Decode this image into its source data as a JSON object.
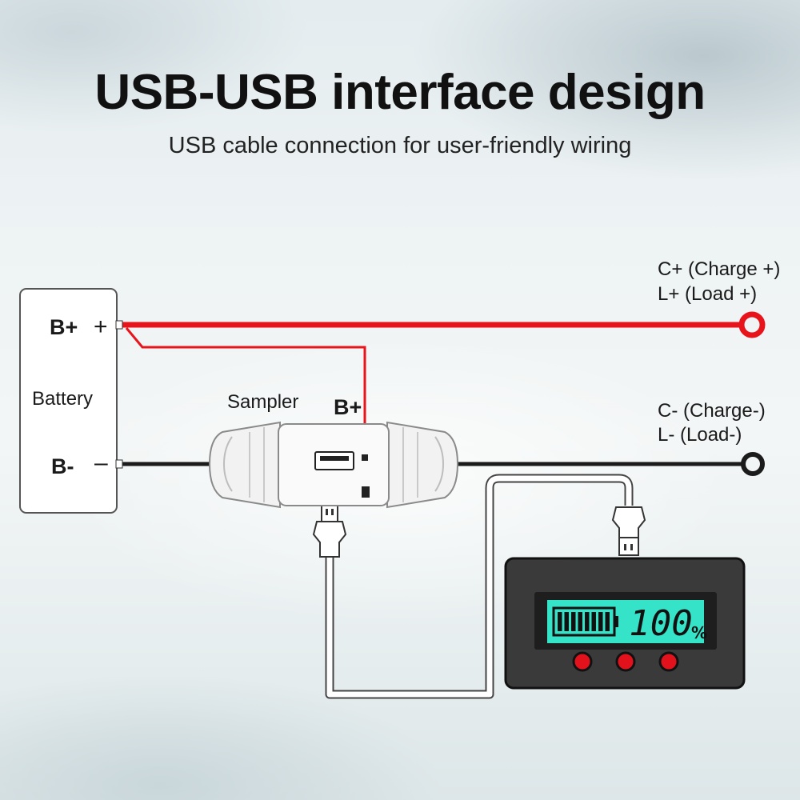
{
  "header": {
    "title": "USB-USB interface design",
    "subtitle": "USB cable connection for user-friendly wiring"
  },
  "battery": {
    "name": "Battery",
    "pos_terminal": "B+",
    "pos_symbol": "+",
    "neg_terminal": "B-",
    "neg_symbol": "–"
  },
  "sampler": {
    "name": "Sampler",
    "pin_label": "B+"
  },
  "outputs": {
    "positive": {
      "line1": "C+ (Charge +)",
      "line2": "L+ (Load +)"
    },
    "negative": {
      "line1": "C- (Charge-)",
      "line2": "L- (Load-)"
    }
  },
  "display": {
    "reading": "100",
    "unit": "%",
    "battery_level": 1.0,
    "buttons": 3
  },
  "colors": {
    "positive_wire": "#e8141c",
    "negative_wire": "#1b1b1b",
    "lcd": "#35e3c8",
    "button": "#e1121b"
  }
}
